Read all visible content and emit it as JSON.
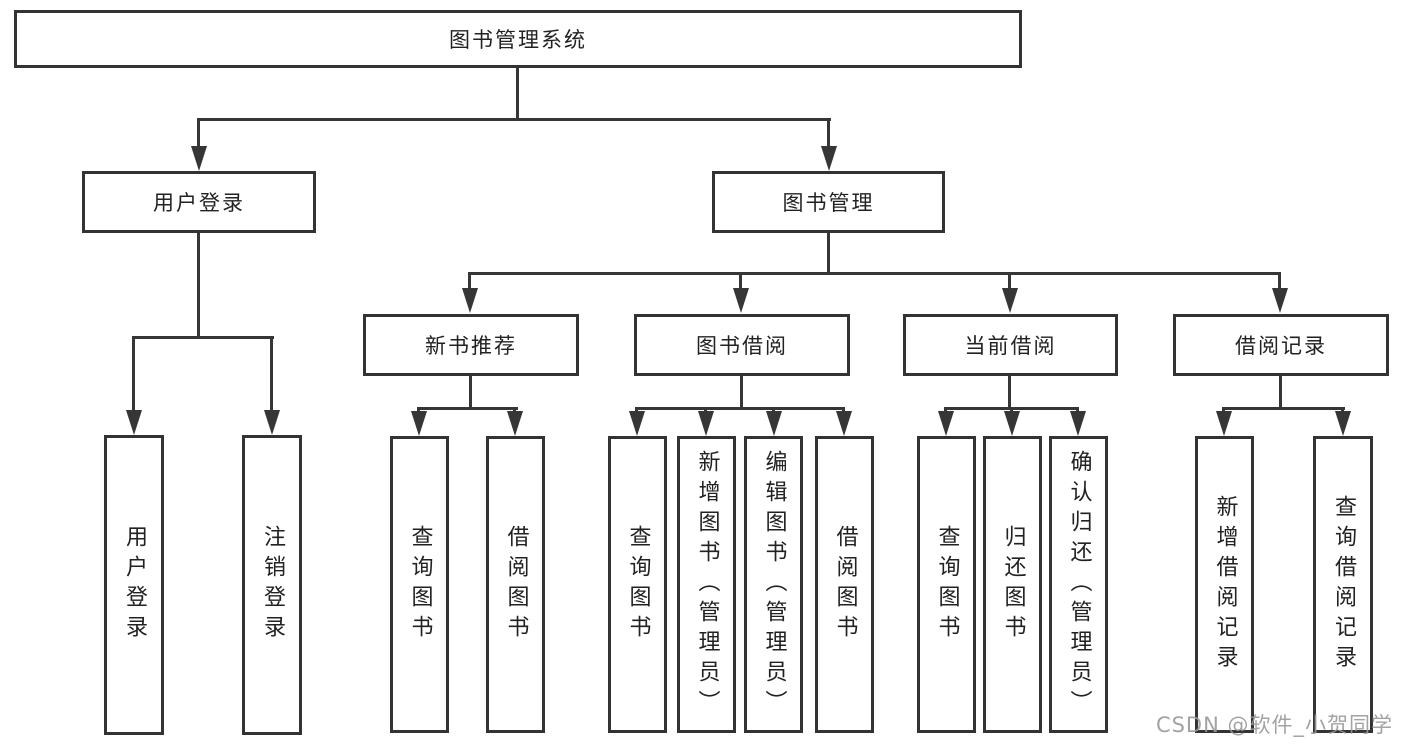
{
  "tree": {
    "root": {
      "label": "图书管理系统"
    },
    "branches": [
      {
        "label": "用户登录",
        "children": [
          {
            "label": "用户登录"
          },
          {
            "label": "注销登录"
          }
        ]
      },
      {
        "label": "图书管理",
        "children": [
          {
            "label": "新书推荐",
            "children": [
              {
                "label": "查询图书"
              },
              {
                "label": "借阅图书"
              }
            ]
          },
          {
            "label": "图书借阅",
            "children": [
              {
                "label": "查询图书"
              },
              {
                "label": "新增图书（管理员）"
              },
              {
                "label": "编辑图书（管理员）"
              },
              {
                "label": "借阅图书"
              }
            ]
          },
          {
            "label": "当前借阅",
            "children": [
              {
                "label": "查询图书"
              },
              {
                "label": "归还图书"
              },
              {
                "label": "确认归还（管理员）"
              }
            ]
          },
          {
            "label": "借阅记录",
            "children": [
              {
                "label": "新增借阅记录"
              },
              {
                "label": "查询借阅记录"
              }
            ]
          }
        ]
      }
    ]
  },
  "watermark": {
    "text": "CSDN @软件_小贺同学"
  },
  "colors": {
    "line": "#363636",
    "box_border": "#333333",
    "text": "#222222",
    "watermark": "#999999",
    "background": "#ffffff"
  }
}
